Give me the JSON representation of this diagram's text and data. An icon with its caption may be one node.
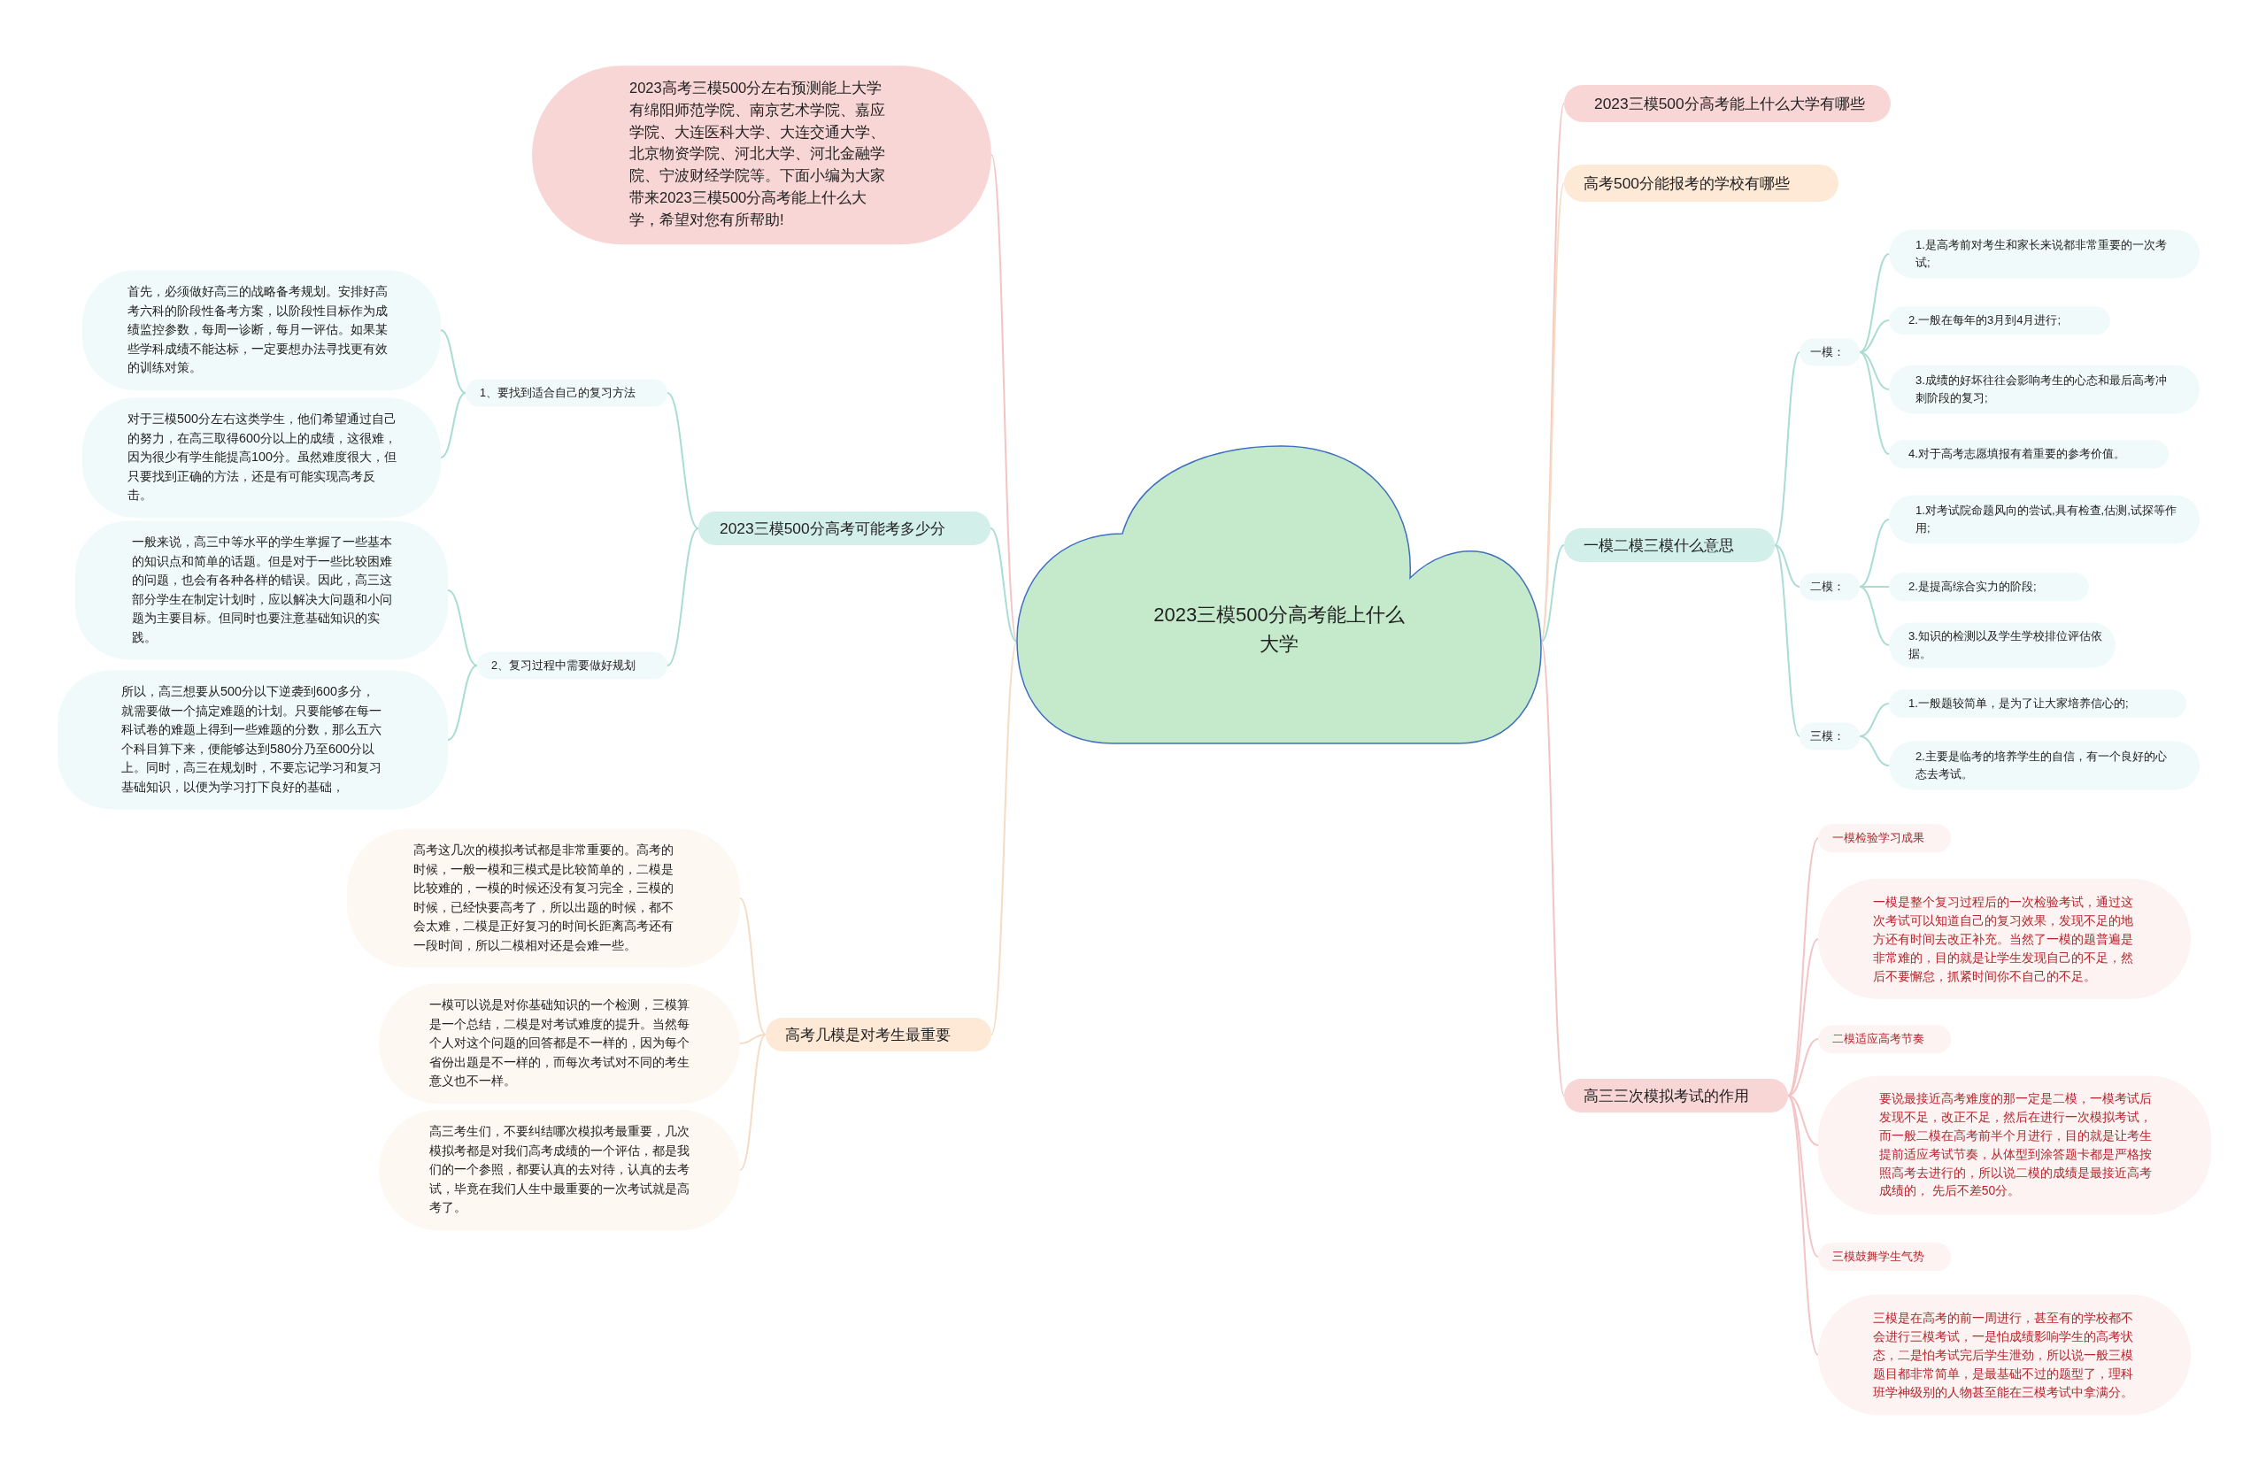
{
  "diagram": {
    "nodes": [
      {
        "text": [
          "2023三模500分高考能上什么大学"
        ]
      },
      {
        "text": [
          "2023高考三模500分左右预测能上大学有绵阳师范学院、南京艺术学院、嘉应学院、大连医科大学、大连交通大学、北京物资学院、河北大学、河北金融学院、宁波财经学院等。下面小编为大家带来2023三模500分高考能上什么大学，希望对您有所帮助!"
        ]
      },
      {
        "text": [
          "2023三模500分高考可能考多少分"
        ]
      },
      {
        "text": [
          "1、要找到适合自己的复习方法"
        ]
      },
      {
        "text": [
          "首先，必须做好高三的战略备考规划。安排好高考六科的阶段性备考方案，以阶段性目标作为成绩监控参数，每周一诊断，每月一评估。如果某些学科成绩不能达标，一定要想办法寻找更有效的训练对策。"
        ]
      },
      {
        "text": [
          "对于三模500分左右这类学生，他们希望通过自己的努力，在高三取得600分以上的成绩，这很难，因为很少有学生能提高100分。虽然难度很大，但只要找到正确的方法，还是有可能实现高考反击。"
        ]
      },
      {
        "text": [
          "2、复习过程中需要做好规划"
        ]
      },
      {
        "text": [
          "一般来说，高三中等水平的学生掌握了一些基本的知识点和简单的话题。但是对于一些比较困难的问题，也会有各种各样的错误。因此，高三这部分学生在制定计划时，应以解决大问题和小问题为主要目标。但同时也要注意基础知识的实践。"
        ]
      },
      {
        "text": [
          "所以，高三想要从500分以下逆袭到600多分，就需要做一个搞定难题的计划。只要能够在每一科试卷的难题上得到一些难题的分数，那么五六个科目算下来，便能够达到580分乃至600分以上。同时，高三在规划时，不要忘记学习和复习基础知识，以便为学习打下良好的基础，"
        ]
      },
      {
        "text": [
          "高考几模是对考生最重要"
        ]
      },
      {
        "text": [
          "高考这几次的模拟考试都是非常重要的。高考的时候，一般一模和三模式是比较简单的，二模是比较难的，一模的时候还没有复习完全，三模的时候，已经快要高考了，所以出题的时候，都不会太难，二模是正好复习的时间长距离高考还有一段时间，所以二模相对还是会难一些。"
        ]
      },
      {
        "text": [
          "一模可以说是对你基础知识的一个检测，三模算是一个总结，二模是对考试难度的提升。当然每个人对这个问题的回答都是不一样的，因为每个省份出题是不一样的，而每次考试对不同的考生意义也不一样。"
        ]
      },
      {
        "text": [
          "高三考生们，不要纠结哪次模拟考最重要，几次模拟考都是对我们高考成绩的一个评估，都是我们的一个参照，都要认真的去对待，认真的去考试，毕竟在我们人生中最重要的一次考试就是高考了。"
        ]
      },
      {
        "text": [
          "2023三模500分高考能上什么大学有哪些"
        ]
      },
      {
        "text": [
          "高考500分能报考的学校有哪些"
        ]
      },
      {
        "text": [
          "一模二模三模什么意思"
        ]
      },
      {
        "text": [
          "一模："
        ]
      },
      {
        "text": [
          "1.是高考前对考生和家长来说都非常重要的一次考试;"
        ]
      },
      {
        "text": [
          "2.一般在每年的3月到4月进行;"
        ]
      },
      {
        "text": [
          "3.成绩的好坏往往会影响考生的心态和最后高考冲刺阶段的复习;"
        ]
      },
      {
        "text": [
          "4.对于高考志愿填报有着重要的参考价值。"
        ]
      },
      {
        "text": [
          "二模："
        ]
      },
      {
        "text": [
          "1.对考试院命题风向的尝试,具有检查,估测,试探等作用;"
        ]
      },
      {
        "text": [
          "2.是提高综合实力的阶段;"
        ]
      },
      {
        "text": [
          "3.知识的检测以及学生学校排位评估依据。"
        ]
      },
      {
        "text": [
          "三模："
        ]
      },
      {
        "text": [
          "1.一般题较简单，是为了让大家培养信心的;"
        ]
      },
      {
        "text": [
          "2.主要是临考的培养学生的自信，有一个良好的心态去考试。"
        ]
      },
      {
        "text": [
          "高三三次模拟考试的作用"
        ]
      },
      {
        "text": [
          "一模检验学习成果"
        ]
      },
      {
        "text": [
          "一模是整个复习过程后的一次检验考试，通过这次考试可以知道自己的复习效果，发现不足的地方还有时间去改正补充。当然了一模的题普遍是非常难的，目的就是让学生发现自己的不足，然后不要懈怠，抓紧时间你不自己的不足。"
        ]
      },
      {
        "text": [
          "二模适应高考节奏"
        ]
      },
      {
        "text": [
          "要说最接近高考难度的那一定是二模，一模考试后发现不足，改正不足，然后在进行一次模拟考试，而一般二模在高考前半个月进行，目的就是让考生提前适应考试节奏，从体型到涂答题卡都是严格按照高考去进行的，所以说二模的成绩是最接近高考成绩的， 先后不差50分。"
        ]
      },
      {
        "text": [
          "三模鼓舞学生气势"
        ]
      },
      {
        "text": [
          "三模是在高考的前一周进行，甚至有的学校都不会进行三模考试，一是怕成绩影响学生的高考状态，二是怕考试完后学生泄劲，所以说一般三模题目都非常简单，是最基础不过的题型了，理科班学神级别的人物甚至能在三模考试中拿满分。"
        ]
      }
    ],
    "edges": [
      {
        "from": 0,
        "to": 1,
        "arrow": "none",
        "color": "#f4c4c4"
      },
      {
        "from": 0,
        "to": 2,
        "arrow": "none"
      },
      {
        "from": 2,
        "to": 3,
        "arrow": "none"
      },
      {
        "from": 3,
        "to": 4,
        "arrow": "none"
      },
      {
        "from": 3,
        "to": 5,
        "arrow": "none"
      },
      {
        "from": 2,
        "to": 6,
        "arrow": "none"
      },
      {
        "from": 6,
        "to": 7,
        "arrow": "none"
      },
      {
        "from": 6,
        "to": 8,
        "arrow": "none"
      },
      {
        "from": 0,
        "to": 9,
        "arrow": "none",
        "color": "#f6dcc2"
      },
      {
        "from": 9,
        "to": 10,
        "arrow": "none",
        "color": "#f6dcc2"
      },
      {
        "from": 9,
        "to": 11,
        "arrow": "none",
        "color": "#f6dcc2"
      },
      {
        "from": 9,
        "to": 12,
        "arrow": "none",
        "color": "#f6dcc2"
      },
      {
        "from": 0,
        "to": 13,
        "arrow": "none",
        "color": "#f4c4c4"
      },
      {
        "from": 0,
        "to": 14,
        "arrow": "none",
        "color": "#f6dcc2"
      },
      {
        "from": 0,
        "to": 15,
        "arrow": "none"
      },
      {
        "from": 15,
        "to": 16,
        "arrow": "none"
      },
      {
        "from": 16,
        "to": 17,
        "arrow": "none"
      },
      {
        "from": 16,
        "to": 18,
        "arrow": "none"
      },
      {
        "from": 16,
        "to": 19,
        "arrow": "none"
      },
      {
        "from": 16,
        "to": 20,
        "arrow": "none"
      },
      {
        "from": 15,
        "to": 21,
        "arrow": "none"
      },
      {
        "from": 21,
        "to": 22,
        "arrow": "none"
      },
      {
        "from": 21,
        "to": 23,
        "arrow": "none"
      },
      {
        "from": 21,
        "to": 24,
        "arrow": "none"
      },
      {
        "from": 15,
        "to": 25,
        "arrow": "none"
      },
      {
        "from": 25,
        "to": 26,
        "arrow": "none"
      },
      {
        "from": 25,
        "to": 27,
        "arrow": "none"
      },
      {
        "from": 0,
        "to": 28,
        "arrow": "none",
        "color": "#f4c4c4"
      },
      {
        "from": 28,
        "to": 29,
        "arrow": "none",
        "color": "#f4c4c4"
      },
      {
        "from": 28,
        "to": 30,
        "arrow": "none",
        "color": "#f4c4c4"
      },
      {
        "from": 28,
        "to": 31,
        "arrow": "none",
        "color": "#f4c4c4"
      },
      {
        "from": 28,
        "to": 32,
        "arrow": "none",
        "color": "#f4c4c4"
      },
      {
        "from": 28,
        "to": 33,
        "arrow": "none",
        "color": "#f4c4c4"
      },
      {
        "from": 28,
        "to": 34,
        "arrow": "none",
        "color": "#f4c4c4"
      }
    ]
  }
}
